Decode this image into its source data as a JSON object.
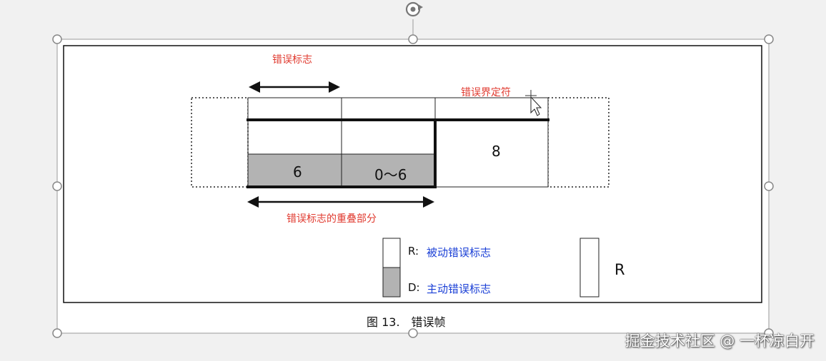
{
  "labels": {
    "error_flag": "错误标志",
    "error_delimiter": "错误界定符",
    "overlap": "错误标志的重叠部分",
    "cell_6": "6",
    "cell_0_6": "0～6",
    "cell_8": "8",
    "legend_r_prefix": "R:",
    "legend_r_text": "被动错误标志",
    "legend_d_prefix": "D:",
    "legend_d_text": "主动错误标志",
    "r_box_label": "R",
    "caption": "图 13.　错误帧",
    "watermark": "掘金技术社区 @ 一杯凉白开"
  },
  "colors": {
    "red_text": "#e03a2f",
    "blue_text": "#1a3fd6",
    "dominant_fill": "#b3b3b3",
    "selection_handle": "#888888"
  },
  "icons": {
    "rotate_handle": "rotate-icon",
    "cursor": "move-cursor-icon"
  }
}
